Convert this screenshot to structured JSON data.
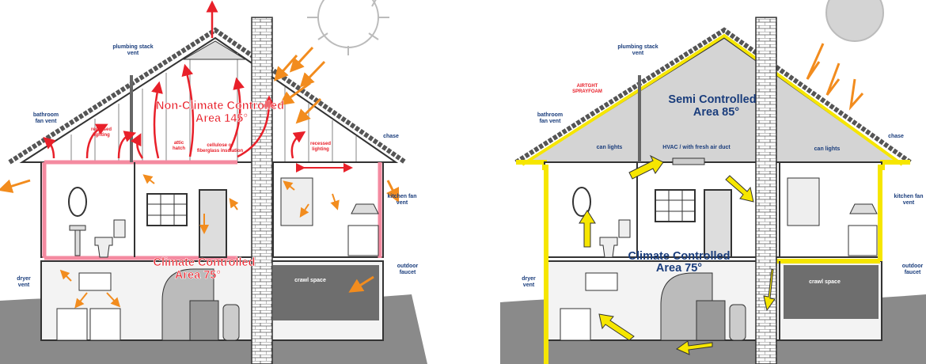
{
  "colors": {
    "hot_red": "#e8202a",
    "insulation_pink": "#f48aa0",
    "foam_yellow": "#f6e600",
    "sun_orange": "#f28c1e",
    "label_blue": "#1a3d7c",
    "sun_gray": "#cfcfcf",
    "ground_gray": "#808080"
  },
  "icons": [
    "sun-icon",
    "heat-arrow-icon",
    "airflow-arrow-icon",
    "window-icon",
    "door-icon",
    "mirror-icon",
    "toilet-icon",
    "sink-icon",
    "washer-icon",
    "dryer-icon",
    "furnace-icon",
    "water-heater-icon",
    "range-hood-icon",
    "stove-icon"
  ],
  "left_house": {
    "attic_title_1": "Non-Climate Controlled",
    "attic_title_2": "Area 145°",
    "living_title_1": "Climate Controlled",
    "living_title_2": "Area 75°",
    "labels": {
      "plumbing_stack_vent_1": "plumbing stack",
      "plumbing_stack_vent_2": "vent",
      "bathroom_fan_vent_1": "bathroom",
      "bathroom_fan_vent_2": "fan vent",
      "recessed_lighting_left_1": "recessed",
      "recessed_lighting_left_2": "lighting",
      "attic_hatch_1": "attic",
      "attic_hatch_2": "hatch",
      "insulation_1": "cellulose or",
      "insulation_2": "fiberglass insulation",
      "recessed_lighting_right_1": "recessed",
      "recessed_lighting_right_2": "lighting",
      "chase": "chase",
      "kitchen_fan_vent_1": "kitchen fan",
      "kitchen_fan_vent_2": "vent",
      "dryer_vent_1": "dryer",
      "dryer_vent_2": "vent",
      "outdoor_faucet_1": "outdoor",
      "outdoor_faucet_2": "faucet",
      "crawl_space": "crawl space"
    }
  },
  "right_house": {
    "attic_title_1": "Semi Controlled",
    "attic_title_2": "Area 85°",
    "living_title_1": "Climate Controlled",
    "living_title_2": "Area 75°",
    "labels": {
      "plumbing_stack_vent_1": "plumbing stack",
      "plumbing_stack_vent_2": "vent",
      "airtight_sprayfoam_1": "AIRTGHT",
      "airtight_sprayfoam_2": "SPRAYFOAM",
      "bathroom_fan_vent_1": "bathroom",
      "bathroom_fan_vent_2": "fan vent",
      "can_lights_left": "can lights",
      "hvac": "HVAC / with fresh air duct",
      "can_lights_right": "can lights",
      "chase": "chase",
      "kitchen_fan_vent_1": "kitchen fan",
      "kitchen_fan_vent_2": "vent",
      "dryer_vent_1": "dryer",
      "dryer_vent_2": "vent",
      "outdoor_faucet_1": "outdoor",
      "outdoor_faucet_2": "faucet",
      "crawl_space": "crawl space"
    }
  }
}
